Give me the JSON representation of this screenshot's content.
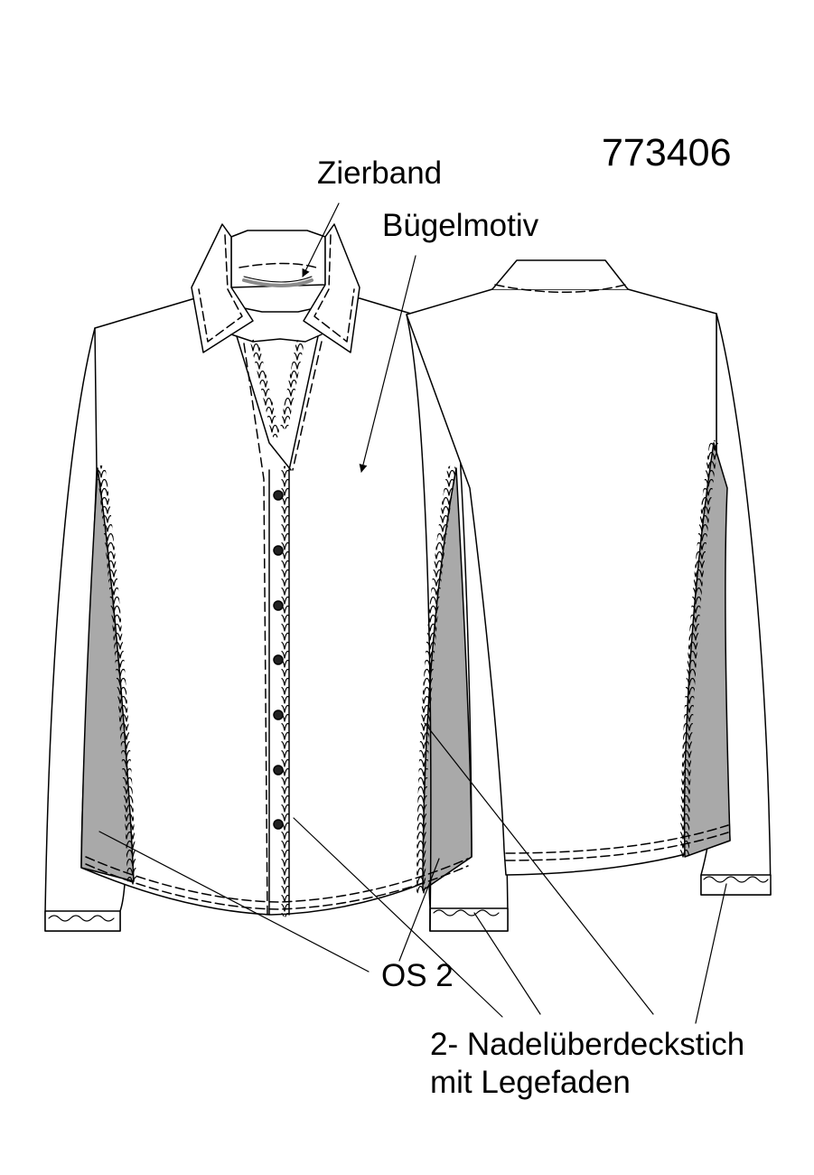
{
  "diagram": {
    "style_number": "773406",
    "labels": {
      "zierband": "Zierband",
      "buegelmotiv": "Bügelmotiv",
      "os2": "OS 2",
      "stitch_line1": "2- Nadelüberdeckstich",
      "stitch_line2": "mit Legefaden"
    },
    "colors": {
      "outline": "#000000",
      "side_panel": "#a9a9a9",
      "trim_band": "#8a8a8a",
      "background": "#ffffff"
    }
  }
}
